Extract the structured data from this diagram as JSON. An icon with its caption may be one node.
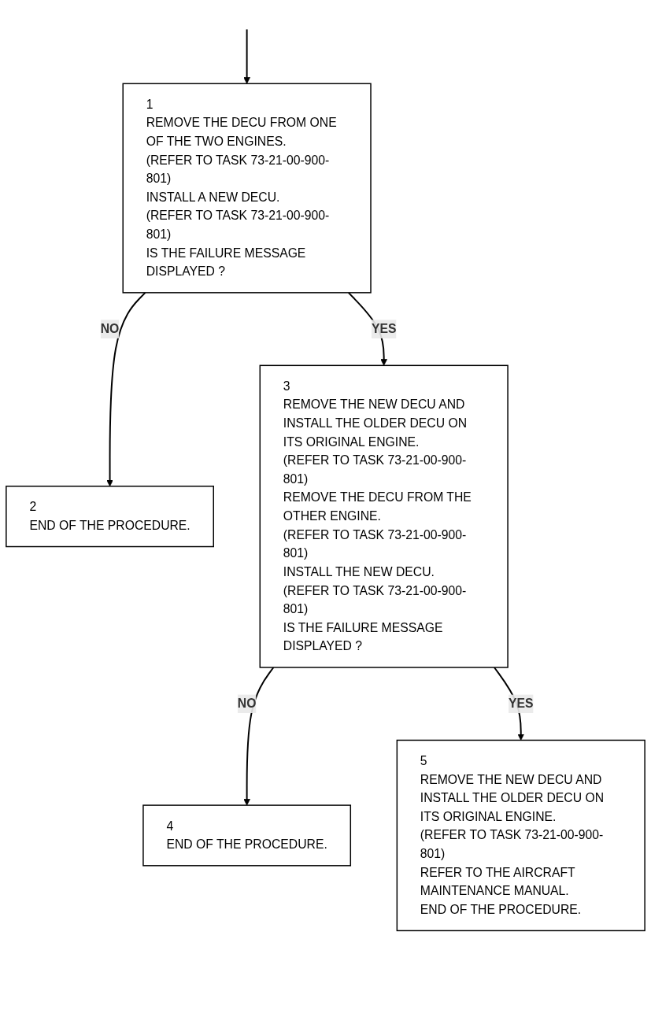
{
  "diagram": {
    "nodes": [
      {
        "text": [
          "1",
          "REMOVE THE DECU FROM ONE OF THE TWO ENGINES.",
          "(REFER TO TASK 73-21-00-900-801)",
          "INSTALL A NEW DECU.",
          "(REFER TO TASK 73-21-00-900-801)",
          "IS THE FAILURE MESSAGE DISPLAYED ?"
        ]
      },
      {
        "text": [
          "2",
          "END OF THE PROCEDURE."
        ]
      },
      {
        "text": [
          "3",
          "REMOVE THE NEW DECU AND INSTALL THE OLDER DECU ON ITS ORIGINAL ENGINE.",
          "(REFER TO TASK 73-21-00-900-801)",
          "REMOVE THE DECU FROM THE OTHER ENGINE.",
          "(REFER TO TASK 73-21-00-900-801)",
          "INSTALL THE NEW DECU.",
          "(REFER TO TASK 73-21-00-900-801)",
          "IS THE FAILURE MESSAGE DISPLAYED ?"
        ]
      },
      {
        "text": [
          "4",
          "END OF THE PROCEDURE."
        ]
      },
      {
        "text": [
          "5",
          "REMOVE THE NEW DECU AND INSTALL THE OLDER DECU ON ITS ORIGINAL ENGINE.",
          "(REFER TO TASK 73-21-00-900-801)",
          "REFER TO THE AIRCRAFT MAINTENANCE MANUAL.",
          "END OF THE PROCEDURE."
        ]
      }
    ],
    "edges": [
      {
        "from": null,
        "to": 0,
        "arrow": "to"
      },
      {
        "from": 0,
        "to": 1,
        "label": "NO",
        "arrow": "to"
      },
      {
        "from": 0,
        "to": 2,
        "label": "YES",
        "arrow": "to"
      },
      {
        "from": 2,
        "to": 3,
        "label": "NO",
        "arrow": "to"
      },
      {
        "from": 2,
        "to": 4,
        "label": "YES",
        "arrow": "to"
      }
    ]
  }
}
